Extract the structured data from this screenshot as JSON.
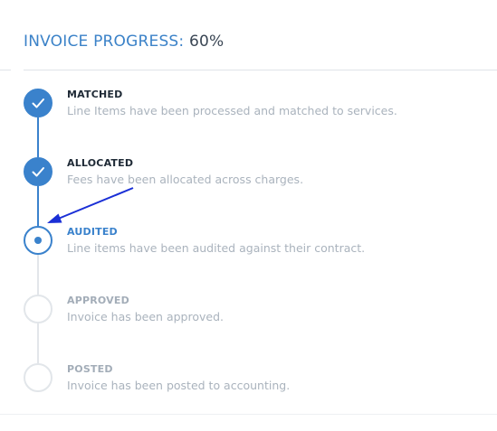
{
  "header": {
    "title_label": "INVOICE PROGRESS:",
    "title_value": "60%",
    "progress_percent": 60
  },
  "colors": {
    "accent": "#3a82cc",
    "title_blue": "#3b82c8",
    "pending_gray": "#e2e6ea",
    "annotation_arrow": "#1a2fd6"
  },
  "steps": [
    {
      "title": "MATCHED",
      "description": "Line Items have been processed and matched to services.",
      "status": "complete",
      "icon": "check-icon"
    },
    {
      "title": "ALLOCATED",
      "description": "Fees have been allocated across charges.",
      "status": "complete",
      "icon": "check-icon"
    },
    {
      "title": "AUDITED",
      "description": "Line items have been audited against their contract.",
      "status": "current",
      "icon": "current-dot-icon"
    },
    {
      "title": "APPROVED",
      "description": "Invoice has been approved.",
      "status": "pending",
      "icon": "empty-circle-icon"
    },
    {
      "title": "POSTED",
      "description": "Invoice has been posted to accounting.",
      "status": "pending",
      "icon": "empty-circle-icon"
    }
  ],
  "annotation": {
    "icon": "arrow-icon",
    "points_to": "AUDITED"
  }
}
